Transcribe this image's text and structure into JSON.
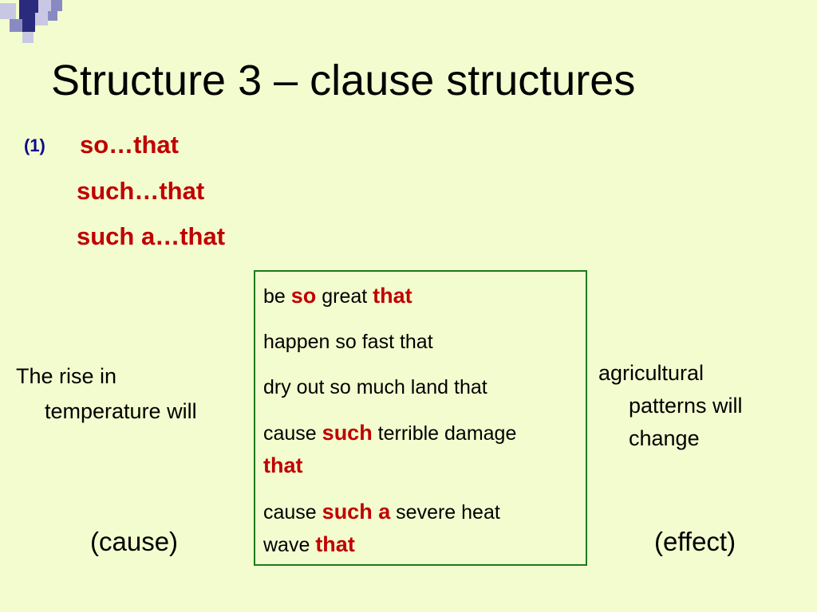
{
  "slide": {
    "title": "Structure 3 – clause structures",
    "bullet_number": "(1)",
    "phrases": [
      "so…that",
      "such…that",
      "such a…that"
    ],
    "left_text": {
      "line1": "The rise in",
      "line2": "temperature will"
    },
    "box": {
      "line1": {
        "a": "be ",
        "b": "so",
        "c": " great ",
        "d": "that"
      },
      "line2": "happen so fast that",
      "line3": "dry out so much land that",
      "line4": {
        "a": "cause ",
        "b": "such",
        "c": " terrible damage",
        "d": "that"
      },
      "line5": {
        "a": "cause ",
        "b": "such a",
        "c": " severe heat",
        "d": "wave ",
        "e": "that"
      }
    },
    "right_text": {
      "line1": "agricultural",
      "line2": "patterns will",
      "line3": "change"
    },
    "cause_label": "(cause)",
    "effect_label": "(effect)"
  },
  "colors": {
    "background": "#f3fccf",
    "highlight": "#c00000",
    "bullet": "#0a0a8c",
    "box_border": "#1a7a1a"
  }
}
